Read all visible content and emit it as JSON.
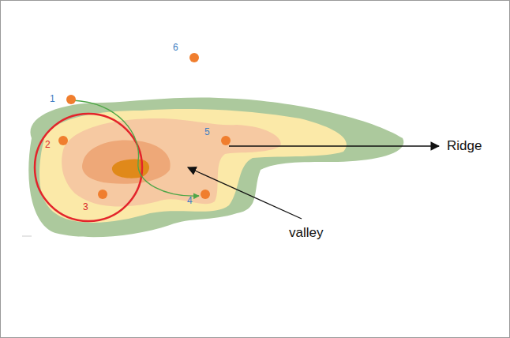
{
  "diagram": {
    "labels": [
      "1",
      "2",
      "3",
      "4",
      "5",
      "6",
      "Ridge",
      "valley"
    ]
  }
}
